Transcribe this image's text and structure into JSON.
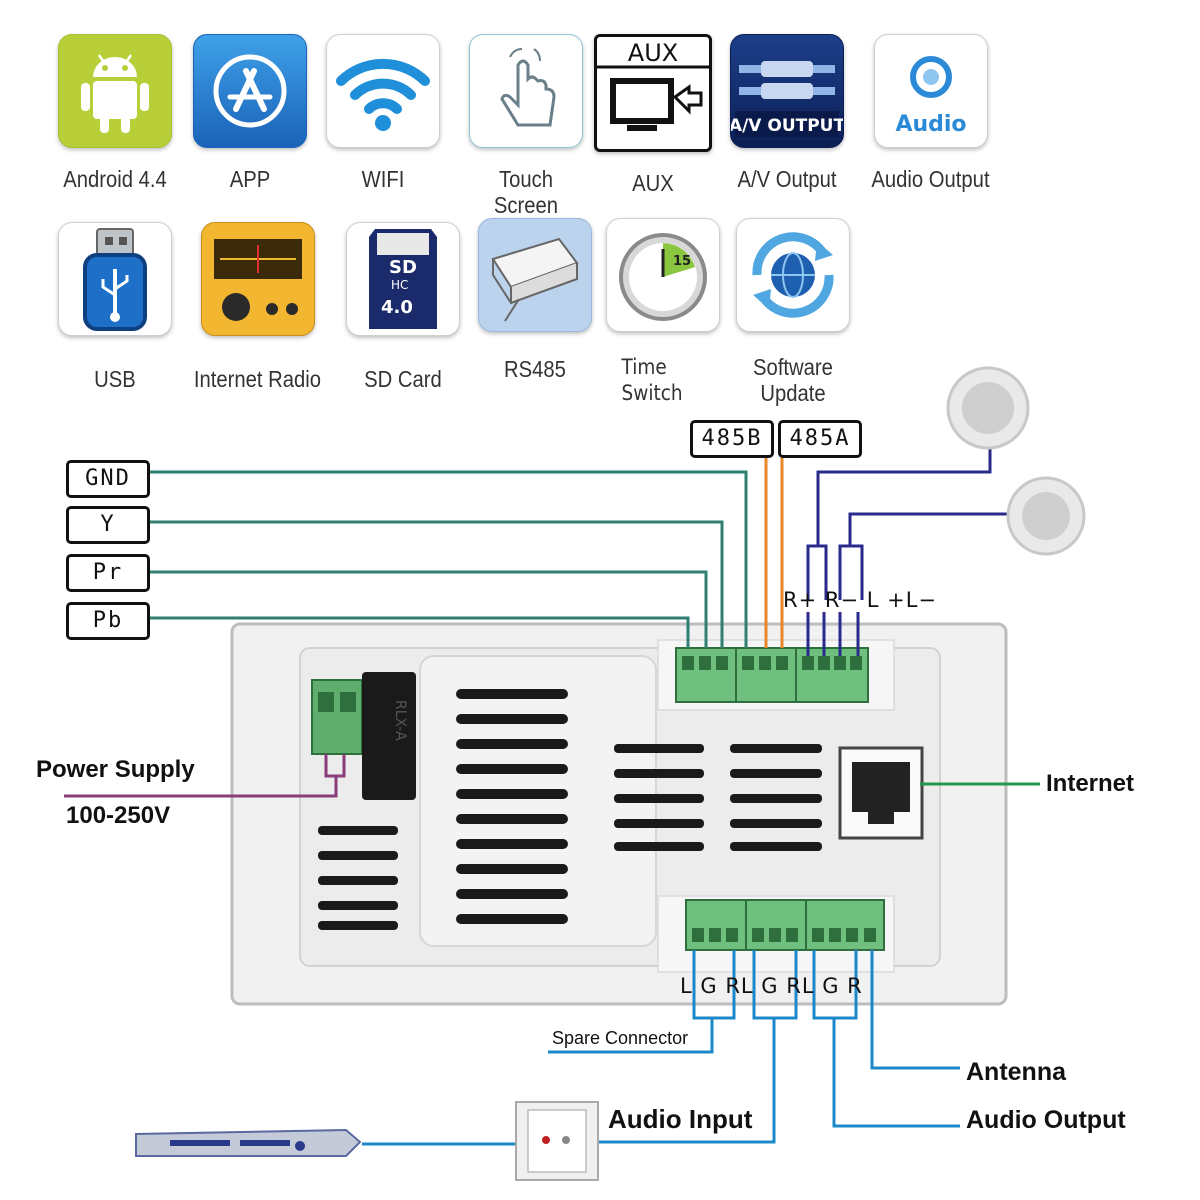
{
  "features_row1": [
    {
      "label": "Android 4.4",
      "icon": "android-icon"
    },
    {
      "label": "APP",
      "icon": "app-store-icon"
    },
    {
      "label": "WIFI",
      "icon": "wifi-icon"
    },
    {
      "label": "Touch Screen",
      "icon": "touch-hand-icon"
    },
    {
      "label": "AUX",
      "icon": "aux-monitor-icon",
      "tile_text": "AUX"
    },
    {
      "label": "A/V Output",
      "icon": "av-output-icon",
      "tile_text": "A/V OUTPUT"
    },
    {
      "label": "Audio Output",
      "icon": "audio-output-icon",
      "tile_text": "Audio"
    }
  ],
  "features_row2": [
    {
      "label": "USB",
      "icon": "usb-icon"
    },
    {
      "label": "Internet Radio",
      "icon": "internet-radio-icon"
    },
    {
      "label": "SD Card",
      "icon": "sd-card-icon",
      "tile_text": "4.0",
      "tile_sub": "HC"
    },
    {
      "label": "RS485",
      "icon": "rs485-connector-icon"
    },
    {
      "label": "Time Switch",
      "icon": "timer-icon",
      "tile_text": "15"
    },
    {
      "label": "Software Update",
      "icon": "software-update-icon"
    }
  ],
  "signals": {
    "gnd": "GND",
    "y": "Y",
    "pr": "Pr",
    "pb": "Pb",
    "b485": "485B",
    "a485": "485A"
  },
  "speaker_pins": "R+ R− L +L−",
  "power": {
    "title": "Power Supply",
    "voltage": "100-250V"
  },
  "relay_text": "RLX-A",
  "internet": "Internet",
  "bottom_pins": "L G RL G RL G R",
  "spare": "Spare Connector",
  "audio_input": "Audio Input",
  "antenna": "Antenna",
  "audio_output": "Audio Output",
  "colors": {
    "teal_wire": "#2f7f73",
    "orange_wire": "#e8862a",
    "navy_wire": "#2a2a8a",
    "green_wire": "#1f9a4a",
    "purple_wire": "#8a3c7a",
    "blue_wire": "#1d88c9",
    "terminal_green": "#6fbf7f"
  }
}
